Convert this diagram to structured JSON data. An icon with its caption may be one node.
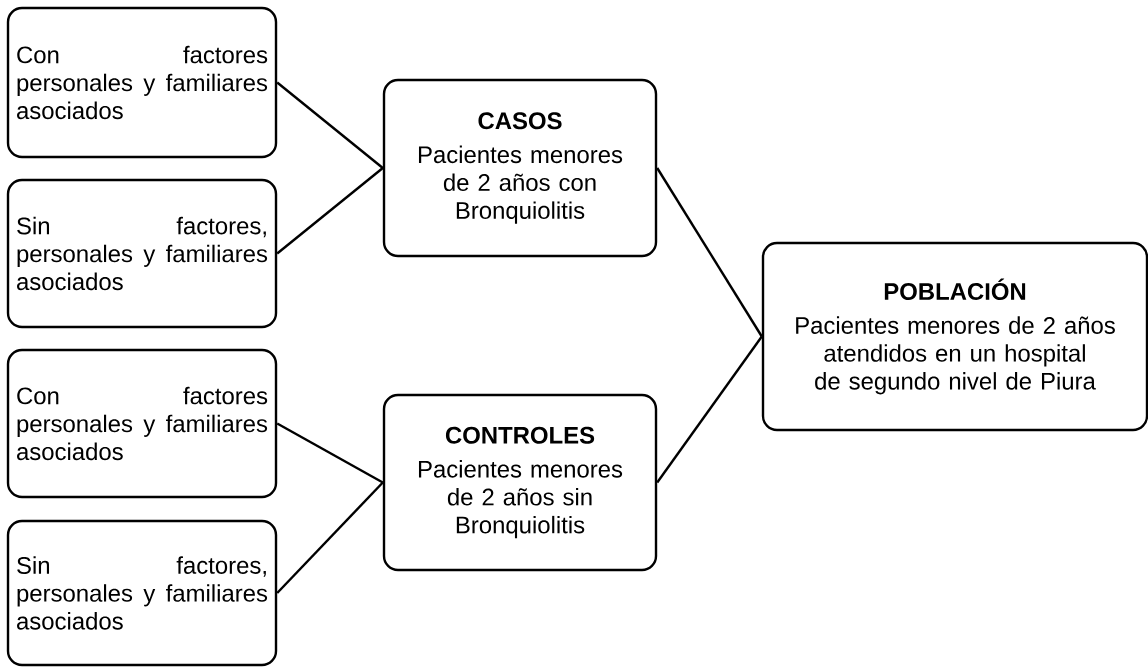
{
  "diagram": {
    "nodes": [
      {
        "text": [
          "Con factores personales y familiares asociados"
        ]
      },
      {
        "text": [
          "Sin factores, personales y familiares asociados"
        ]
      },
      {
        "text": [
          "Con factores personales y familiares asociados"
        ]
      },
      {
        "text": [
          "Sin factores, personales y familiares asociados"
        ]
      },
      {
        "text": [
          "CASOS",
          "Pacientes menores de 2 años con Bronquiolitis"
        ]
      },
      {
        "text": [
          "CONTROLES",
          "Pacientes menores de 2 años sin Bronquiolitis"
        ]
      },
      {
        "text": [
          "POBLACIÓN",
          "Pacientes menores de 2 años atendidos en un hospital de segundo nivel de Piura"
        ]
      }
    ],
    "edges": [
      {
        "from": 0,
        "to": 4,
        "arrow": "none"
      },
      {
        "from": 1,
        "to": 4,
        "arrow": "none"
      },
      {
        "from": 2,
        "to": 5,
        "arrow": "none"
      },
      {
        "from": 3,
        "to": 5,
        "arrow": "none"
      },
      {
        "from": 4,
        "to": 6,
        "arrow": "none"
      },
      {
        "from": 5,
        "to": 6,
        "arrow": "none"
      }
    ]
  }
}
